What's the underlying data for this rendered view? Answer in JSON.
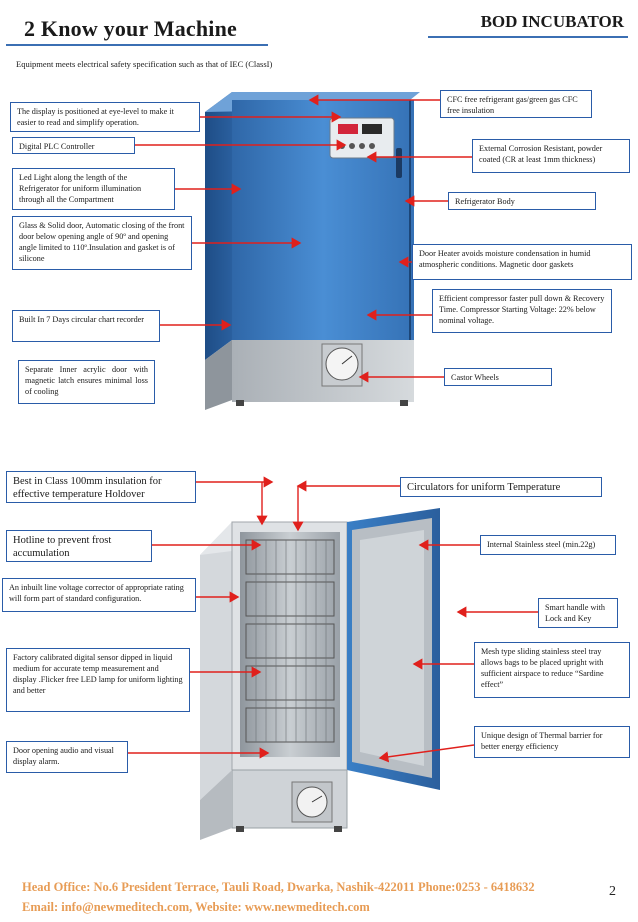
{
  "header": {
    "title": "2 Know your Machine",
    "brand": "BOD INCUBATOR",
    "subtitle": "Equipment meets electrical safety specification such as that of IEC (ClassI)"
  },
  "top_callouts": {
    "display": "The display is positioned at eye-level to make it easier to read and simplify operation.",
    "plc": "Digital PLC Controller",
    "led": "Led Light along the length of the Refrigerator for uniform illumination through all the Compartment",
    "glass": "Glass & Solid door, Automatic closing of the front door below opening angle of 90º and opening angle limited to 110º.Insulation and gasket is of silicone",
    "recorder": "Built In 7 Days circular chart recorder",
    "acrylic": "Separate Inner acrylic door with magnetic latch ensures minimal loss of cooling",
    "cfc": "CFC free refrigerant gas/green gas CFC free insulation",
    "corrosion": "External Corrosion Resistant, powder coated (CR at least 1mm thickness)",
    "body": "Refrigerator Body",
    "heater": "Door Heater avoids moisture condensation in humid atmospheric conditions. Magnetic door gaskets",
    "compressor": "Efficient compressor faster pull down & Recovery Time. Compressor Starting Voltage: 22% below nominal voltage.",
    "castor": "Castor Wheels"
  },
  "bottom_callouts": {
    "insulation": "Best in Class 100mm insulation for effective temperature Holdover",
    "frost": "Hotline to prevent frost accumulation",
    "voltage": "An inbuilt line voltage corrector of appropriate rating will form part of standard configuration.",
    "sensor": "Factory calibrated digital sensor dipped in liquid medium for accurate temp measurement and display .Flicker free LED lamp for uniform lighting and better",
    "alarm": "Door opening audio and visual display alarm.",
    "circulators": "Circulators for uniform Temperature",
    "stainless": "Internal Stainless steel (min.22g)",
    "handle": "Smart handle with Lock and Key",
    "tray": "Mesh type sliding stainless steel tray allows bags to be placed upright with sufficient airspace to reduce “Sardine effect”",
    "thermal": "Unique design of Thermal barrier for better energy efficiency"
  },
  "footer": {
    "office": "Head Office: No.6 President Terrace, Tauli Road, Dwarka, Nashik-422011 Phone:0253 - 6418632",
    "contact": "Email: info@newmeditech.com, Website: www.newmeditech.com",
    "page": "2"
  },
  "colors": {
    "box_border": "#2a5ca8",
    "arrow": "#e0201c",
    "cabinet_blue": "#3f7fc4",
    "footer_text": "#e07b1d"
  }
}
